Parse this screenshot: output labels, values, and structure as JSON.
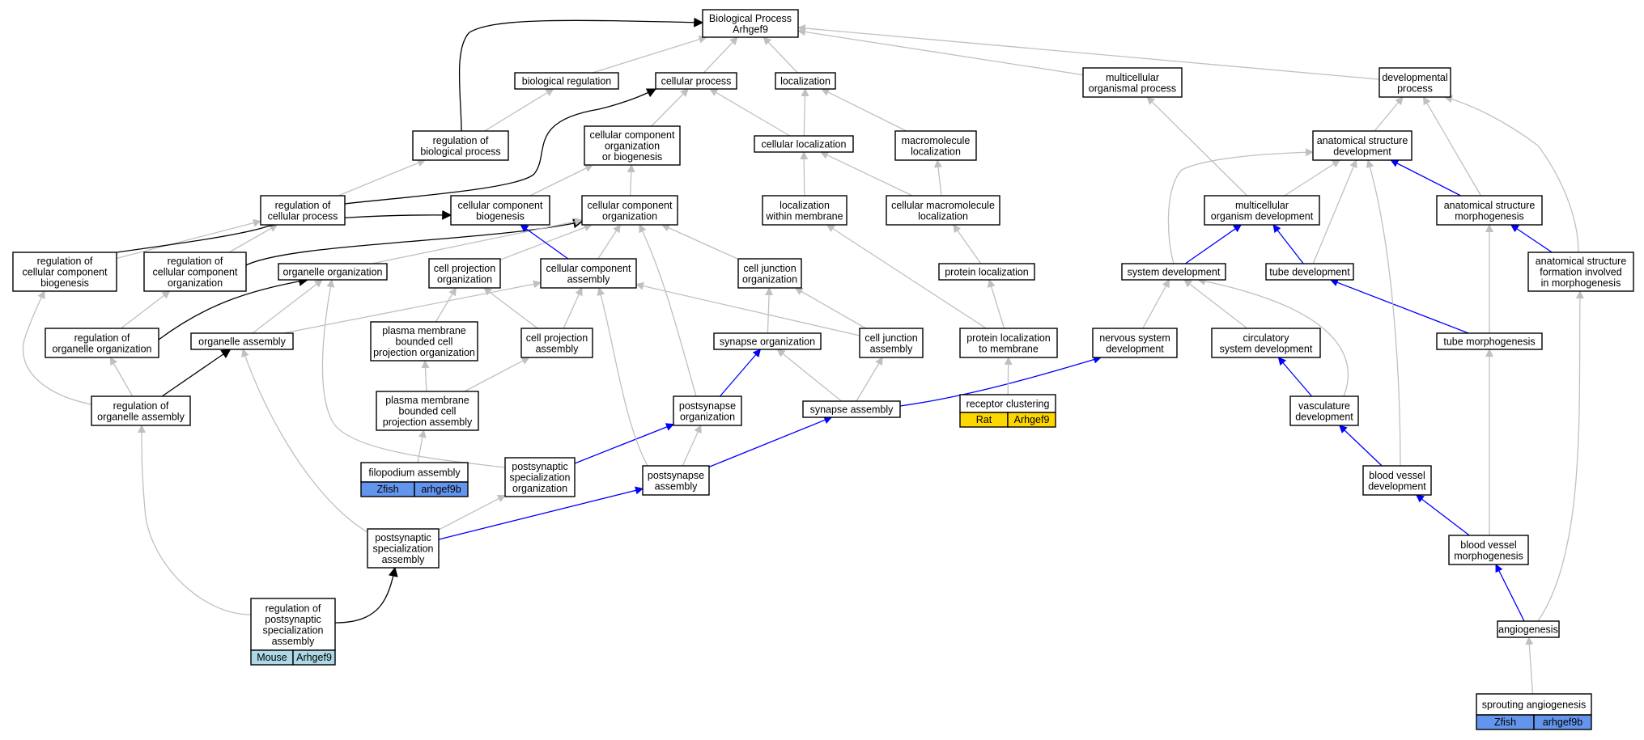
{
  "colors": {
    "is_a": "#c0c0c0",
    "part_of": "#0000ff",
    "regulates": "#000000",
    "rat": "#ffd700",
    "zfish": "#6495ed",
    "mouse": "#add8e6"
  },
  "nodes": [
    {
      "id": "root",
      "lines": [
        "Biological Process",
        "Arhgef9"
      ]
    },
    {
      "id": "bioreg",
      "lines": [
        "biological regulation"
      ]
    },
    {
      "id": "cellproc",
      "lines": [
        "cellular process"
      ]
    },
    {
      "id": "loc",
      "lines": [
        "localization"
      ]
    },
    {
      "id": "multiorg",
      "lines": [
        "multicellular",
        "organismal process"
      ]
    },
    {
      "id": "devproc",
      "lines": [
        "developmental",
        "process"
      ]
    },
    {
      "id": "regbio",
      "lines": [
        "regulation of",
        "biological process"
      ]
    },
    {
      "id": "ccob",
      "lines": [
        "cellular component",
        "organization",
        "or biogenesis"
      ]
    },
    {
      "id": "cellloc",
      "lines": [
        "cellular localization"
      ]
    },
    {
      "id": "macroloc",
      "lines": [
        "macromolecule",
        "localization"
      ]
    },
    {
      "id": "asd",
      "lines": [
        "anatomical structure",
        "development"
      ]
    },
    {
      "id": "regcell",
      "lines": [
        "regulation of",
        "cellular process"
      ]
    },
    {
      "id": "ccbio",
      "lines": [
        "cellular component",
        "biogenesis"
      ]
    },
    {
      "id": "ccorg",
      "lines": [
        "cellular component",
        "organization"
      ]
    },
    {
      "id": "locmem",
      "lines": [
        "localization",
        "within membrane"
      ]
    },
    {
      "id": "cmacroloc",
      "lines": [
        "cellular macromolecule",
        "localization"
      ]
    },
    {
      "id": "mod",
      "lines": [
        "multicellular",
        "organism development"
      ]
    },
    {
      "id": "asm",
      "lines": [
        "anatomical structure",
        "morphogenesis"
      ]
    },
    {
      "id": "regccb",
      "lines": [
        "regulation of",
        "cellular component",
        "biogenesis"
      ]
    },
    {
      "id": "regcco",
      "lines": [
        "regulation of",
        "cellular component",
        "organization"
      ]
    },
    {
      "id": "orgorg",
      "lines": [
        "organelle organization"
      ]
    },
    {
      "id": "cpo",
      "lines": [
        "cell projection",
        "organization"
      ]
    },
    {
      "id": "cca",
      "lines": [
        "cellular component",
        "assembly"
      ]
    },
    {
      "id": "cjo",
      "lines": [
        "cell junction",
        "organization"
      ]
    },
    {
      "id": "protloc",
      "lines": [
        "protein localization"
      ]
    },
    {
      "id": "sysdev",
      "lines": [
        "system development"
      ]
    },
    {
      "id": "tubedev",
      "lines": [
        "tube development"
      ]
    },
    {
      "id": "asfm",
      "lines": [
        "anatomical structure",
        "formation involved",
        "in morphogenesis"
      ]
    },
    {
      "id": "regoo",
      "lines": [
        "regulation of",
        "organelle organization"
      ]
    },
    {
      "id": "orgasm",
      "lines": [
        "organelle assembly"
      ]
    },
    {
      "id": "pmbcpo",
      "lines": [
        "plasma membrane",
        "bounded cell",
        "projection organization"
      ]
    },
    {
      "id": "cpa",
      "lines": [
        "cell projection",
        "assembly"
      ]
    },
    {
      "id": "synorg",
      "lines": [
        "synapse organization"
      ]
    },
    {
      "id": "cja",
      "lines": [
        "cell junction",
        "assembly"
      ]
    },
    {
      "id": "protlocmem",
      "lines": [
        "protein localization",
        "to membrane"
      ]
    },
    {
      "id": "nsd",
      "lines": [
        "nervous system",
        "development"
      ]
    },
    {
      "id": "csd",
      "lines": [
        "circulatory",
        "system development"
      ]
    },
    {
      "id": "tubemorph",
      "lines": [
        "tube morphogenesis"
      ]
    },
    {
      "id": "regoa",
      "lines": [
        "regulation of",
        "organelle assembly"
      ]
    },
    {
      "id": "pmbcpa",
      "lines": [
        "plasma membrane",
        "bounded cell",
        "projection assembly"
      ]
    },
    {
      "id": "psorg",
      "lines": [
        "postsynapse",
        "organization"
      ]
    },
    {
      "id": "synasm",
      "lines": [
        "synapse assembly"
      ]
    },
    {
      "id": "rclust",
      "lines": [
        "receptor clustering"
      ],
      "tag": {
        "species": "Rat",
        "gene": "Arhgef9",
        "color": "#ffd700"
      }
    },
    {
      "id": "vascdev",
      "lines": [
        "vasculature",
        "development"
      ]
    },
    {
      "id": "filo",
      "lines": [
        "filopodium assembly"
      ],
      "tag": {
        "species": "Zfish",
        "gene": "arhgef9b",
        "color": "#6495ed"
      }
    },
    {
      "id": "pssorg",
      "lines": [
        "postsynaptic",
        "specialization",
        "organization"
      ]
    },
    {
      "id": "psasm",
      "lines": [
        "postsynapse",
        "assembly"
      ]
    },
    {
      "id": "bvdev",
      "lines": [
        "blood vessel",
        "development"
      ]
    },
    {
      "id": "pssasm",
      "lines": [
        "postsynaptic",
        "specialization",
        "assembly"
      ]
    },
    {
      "id": "bvmorph",
      "lines": [
        "blood vessel",
        "morphogenesis"
      ]
    },
    {
      "id": "regpssa",
      "lines": [
        "regulation of",
        "postsynaptic",
        "specialization",
        "assembly"
      ],
      "tag": {
        "species": "Mouse",
        "gene": "Arhgef9",
        "color": "#add8e6"
      }
    },
    {
      "id": "angio",
      "lines": [
        "angiogenesis"
      ]
    },
    {
      "id": "sprout",
      "lines": [
        "sprouting angiogenesis"
      ],
      "tag": {
        "species": "Zfish",
        "gene": "arhgef9b",
        "color": "#6495ed"
      }
    }
  ]
}
